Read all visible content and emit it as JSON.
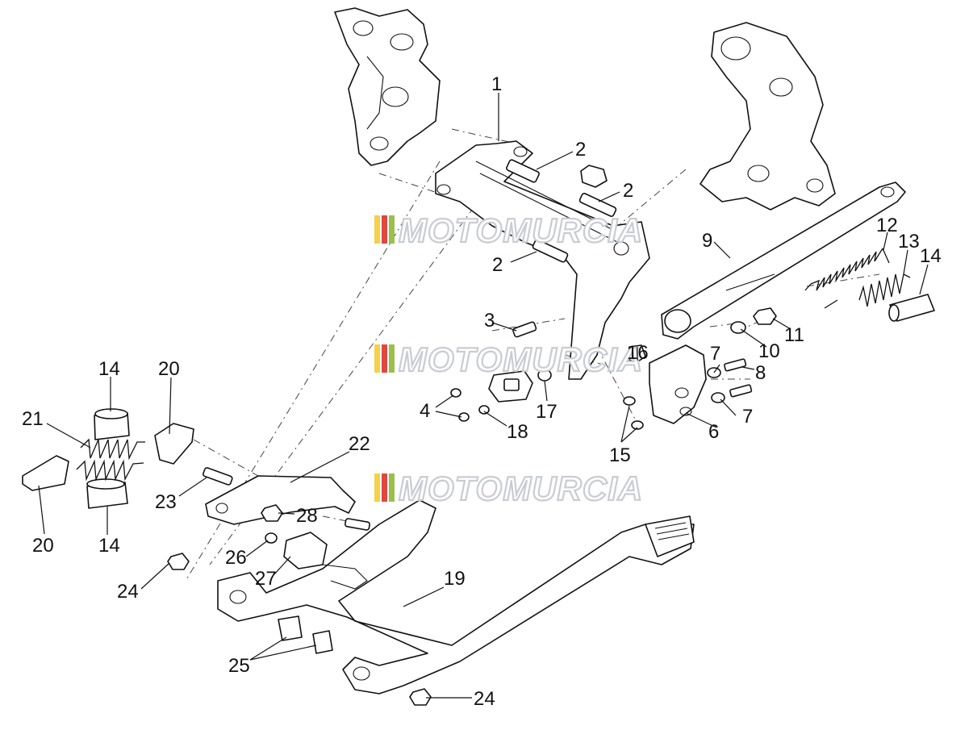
{
  "watermark": {
    "text": "MOTOMURCIA",
    "stripe_colors": [
      "#f2d24a",
      "#e0473f",
      "#9bbf4a"
    ]
  },
  "callouts": [
    "1",
    "2",
    "2",
    "2",
    "3",
    "4",
    "6",
    "7",
    "7",
    "8",
    "9",
    "10",
    "11",
    "12",
    "13",
    "14",
    "14",
    "14",
    "15",
    "16",
    "17",
    "18",
    "19",
    "20",
    "20",
    "21",
    "22",
    "23",
    "24",
    "24",
    "25",
    "26",
    "27",
    "28"
  ]
}
